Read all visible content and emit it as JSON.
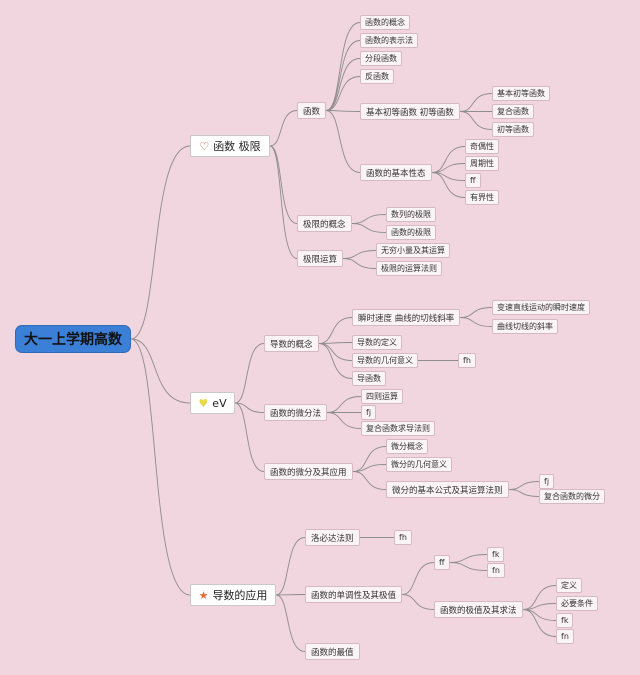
{
  "root": "大一上学期高数",
  "branches": [
    {
      "label": "函数 极限",
      "icon": "heart-icon",
      "iconGlyph": "♡",
      "iconColor": "#c0392b"
    },
    {
      "label": "eV",
      "icon": "heart-gem-icon",
      "iconGlyph": "♥",
      "iconColor": "#e8d84a"
    },
    {
      "label": "导数的应用",
      "icon": "star-icon",
      "iconGlyph": "★",
      "iconColor": "#e0703a"
    }
  ],
  "nodes": {
    "b1_hanshu": "函数",
    "b1_gainian": "函数的概念",
    "b1_biaoshifa": "函数的表示法",
    "b1_fenduan": "分段函数",
    "b1_fan": "反函数",
    "b1_jiben": "基本初等函数 初等函数",
    "b1_jiben_a": "基本初等函数",
    "b1_fuhe": "复合函数",
    "b1_chudeng": "初等函数",
    "b1_xingtai": "函数的基本性态",
    "b1_jiou": "奇偶性",
    "b1_zhouqi": "周期性",
    "b1_ff": "ff",
    "b1_youjie": "有界性",
    "b1_jixian": "极限的概念",
    "b1_shulie": "数列的极限",
    "b1_hanshujixian": "函数的极限",
    "b1_yunsuan": "极限运算",
    "b1_wuqiong": "无穷小量及其运算",
    "b1_fazhe": "极限的运算法则",
    "b2_daoshu": "导数的概念",
    "b2_shunshi": "瞬时速度 曲线的切线斜率",
    "b2_biansu": "变速直线运动的瞬时速度",
    "b2_qiexian": "曲线切线的斜率",
    "b2_dingyi": "导数的定义",
    "b2_jihe": "导数的几何意义",
    "b2_fh": "fh",
    "b2_daohanshu": "导函数",
    "b2_weifenfa": "函数的微分法",
    "b2_sice": "四则运算",
    "b2_fj": "fj",
    "b2_fuhe": "复合函数求导法则",
    "b2_weifen": "函数的微分及其应用",
    "b2_weifen_gn": "微分概念",
    "b2_weifen_jh": "微分的几何意义",
    "b2_gongshi": "微分的基本公式及其运算法则",
    "b2_fj2": "fj",
    "b2_fuhe2": "复合函数的微分",
    "b3_luobida": "洛必达法则",
    "b3_fh": "fh",
    "b3_dandiao": "函数的单调性及其极值",
    "b3_ff": "ff",
    "b3_fk": "fk",
    "b3_fn": "fn",
    "b3_jizhi": "函数的极值及其求法",
    "b3_dingyi": "定义",
    "b3_biyao": "必要条件",
    "b3_fk2": "fk",
    "b3_fn2": "fn",
    "b3_zuizhi": "函数的最值"
  }
}
